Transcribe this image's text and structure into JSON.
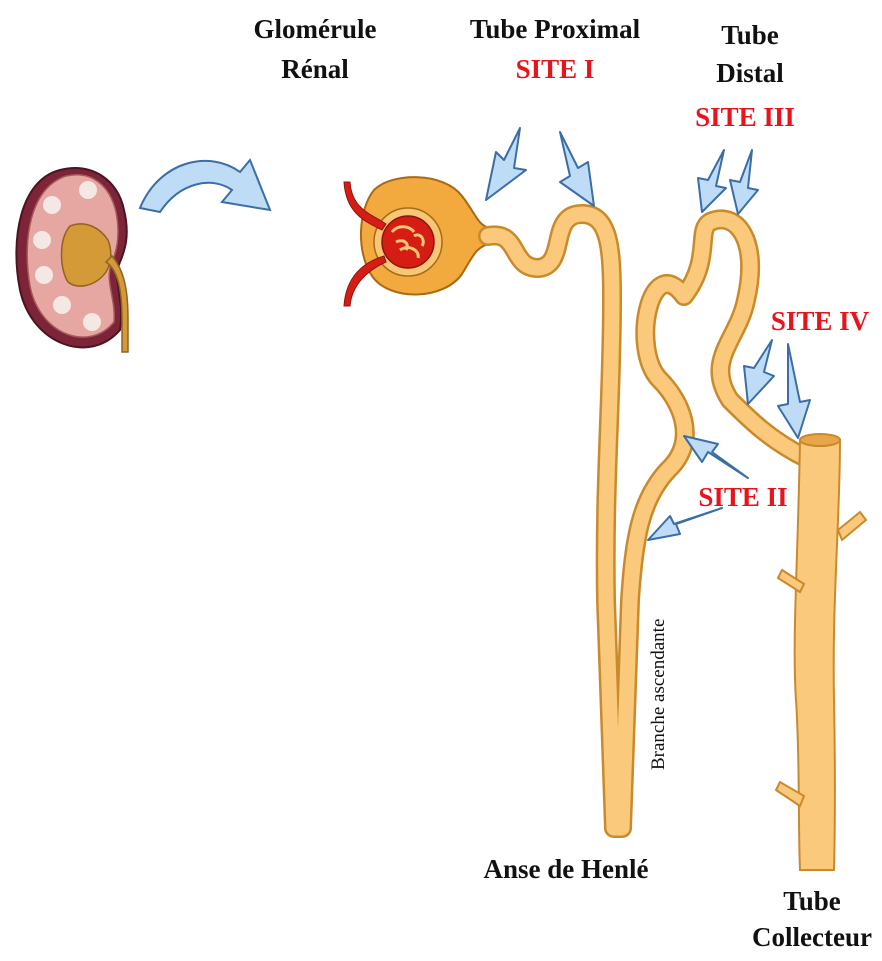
{
  "labels": {
    "glomerule": [
      "Glomérule",
      "Rénal"
    ],
    "tube_proximal": "Tube Proximal",
    "site_1": "SITE I",
    "tube_distal": [
      "Tube",
      "Distal"
    ],
    "site_3": "SITE III",
    "site_4": "SITE IV",
    "site_2": "SITE II",
    "branche": "Branche ascendante",
    "anse": "Anse de Henlé",
    "tube_collecteur": [
      "Tube",
      "Collecteur"
    ]
  },
  "colors": {
    "tubule_fill": "#fbc97c",
    "tubule_stroke": "#c98a2c",
    "arrow_fill": "#bfdcf7",
    "arrow_stroke": "#3b6ea5",
    "site_text": "#e8141b",
    "vessel": "#d51d14",
    "kidney_outer": "#8a2a3f",
    "kidney_cortex": "#e8a3a0",
    "kidney_pelvis": "#d89e3a"
  }
}
